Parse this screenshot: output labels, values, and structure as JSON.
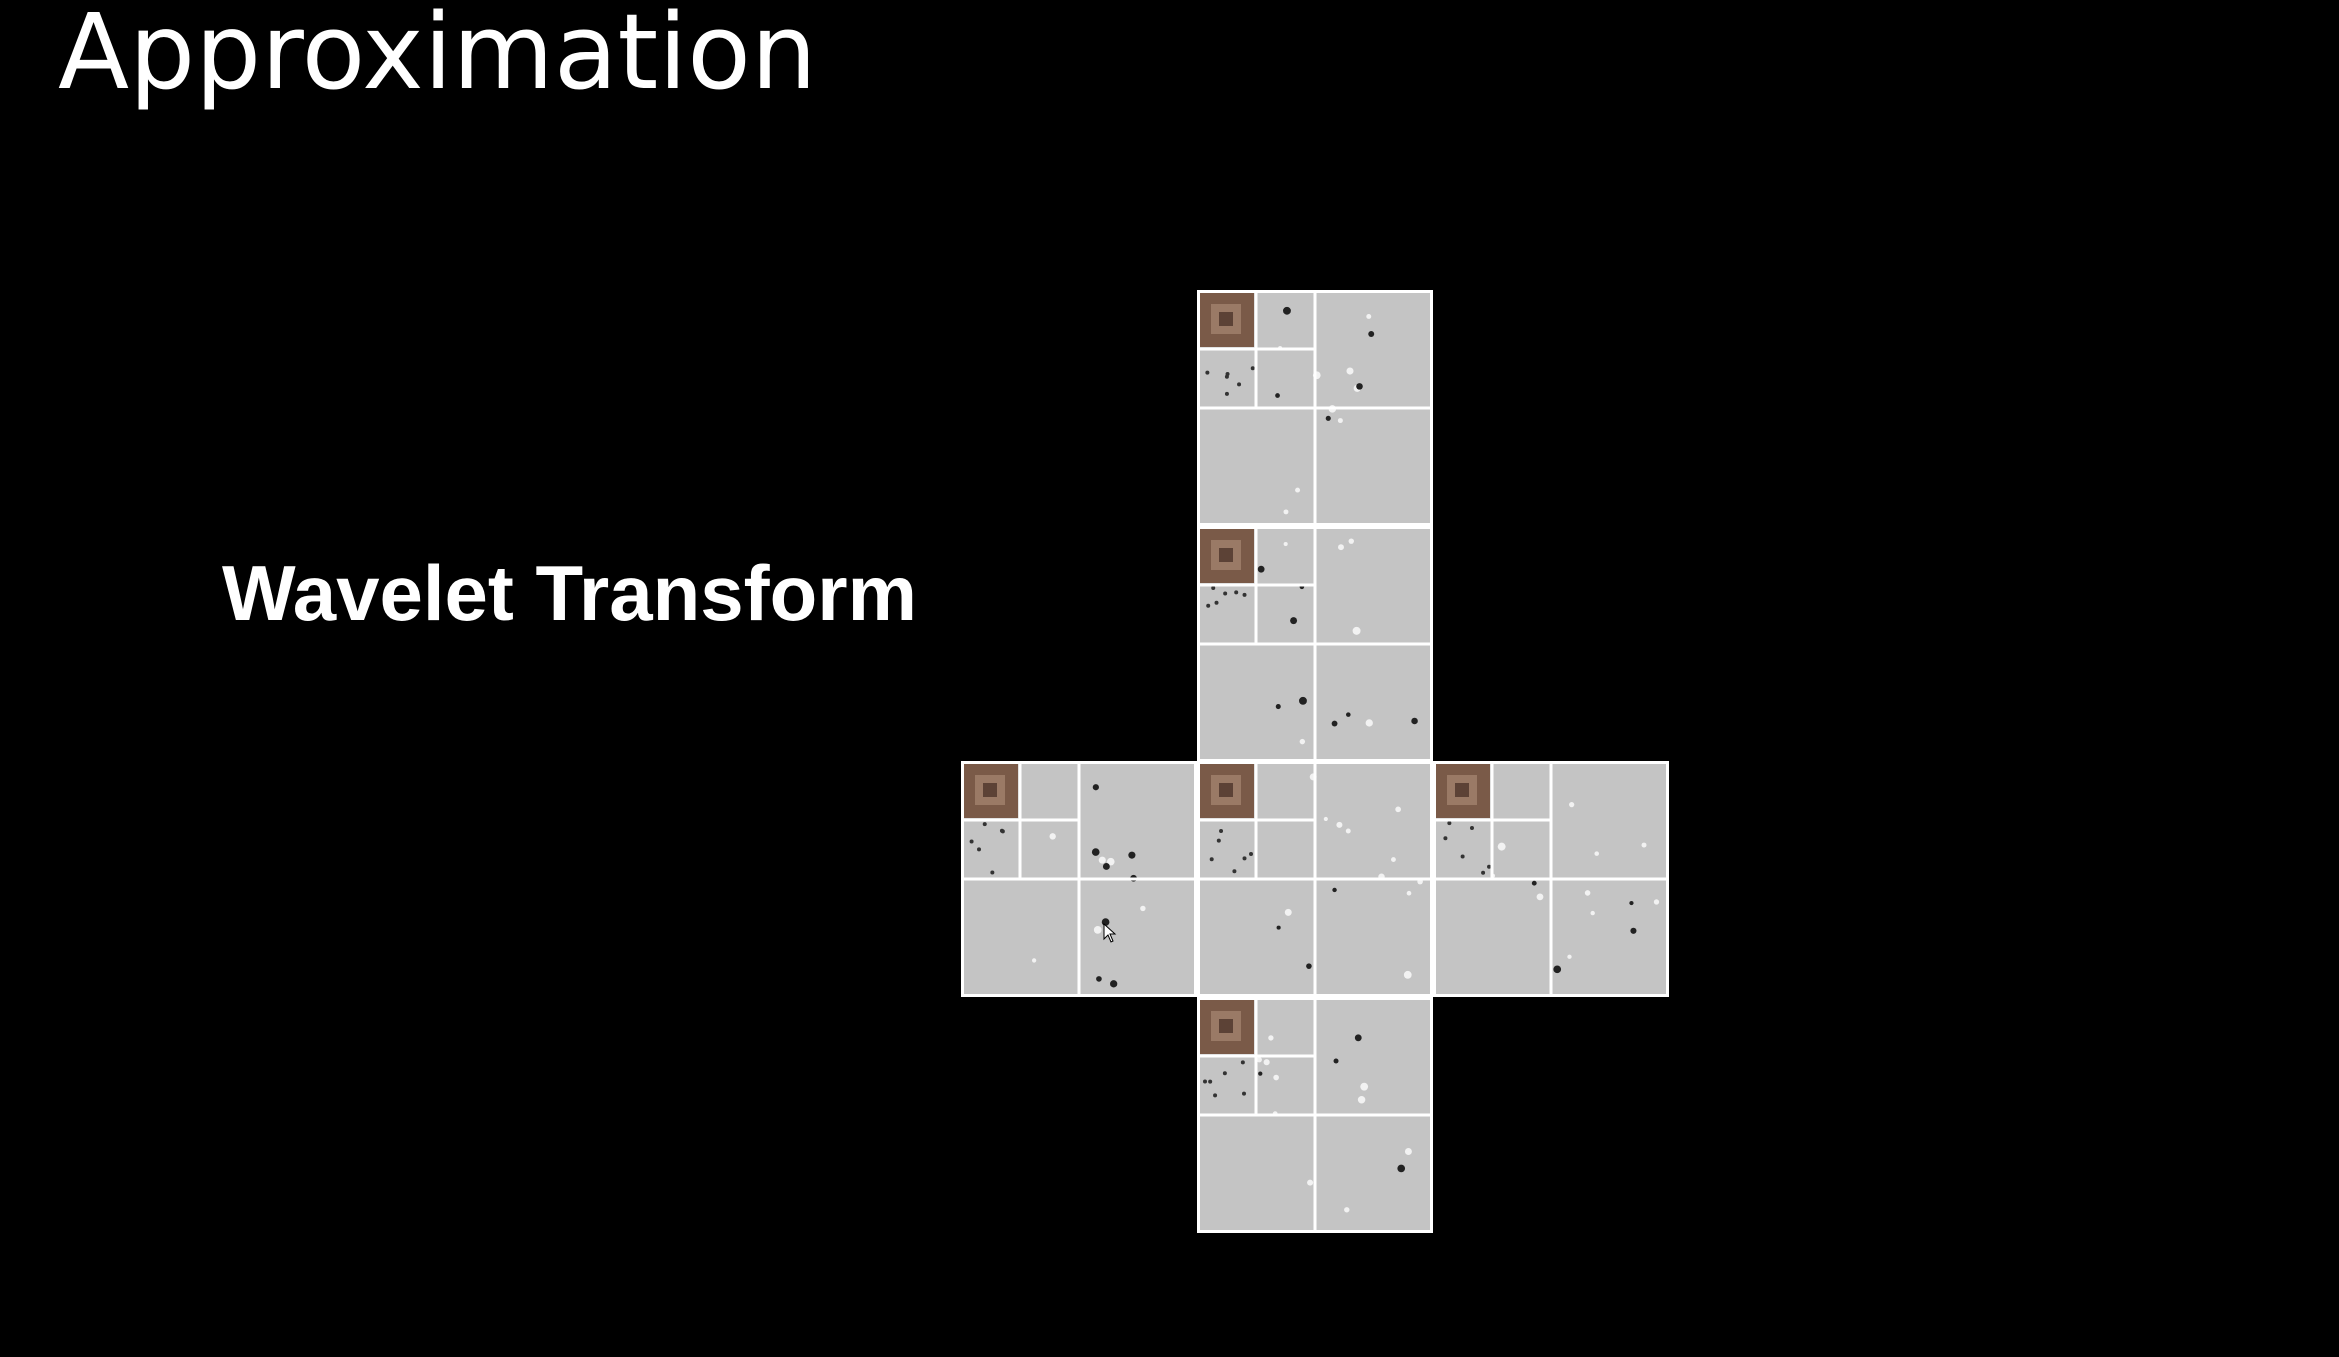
{
  "slide": {
    "title": "Approximation",
    "label": "Wavelet Transform"
  },
  "cube_map": {
    "faces": [
      "top",
      "upper-middle",
      "left",
      "front",
      "right",
      "bottom"
    ],
    "colors": {
      "background": "#000000",
      "detail": "#c4c4c4",
      "grid_line": "#ffffff",
      "approx": "#7a5a48"
    }
  },
  "icons": {
    "cursor": "mouse-pointer-icon"
  }
}
